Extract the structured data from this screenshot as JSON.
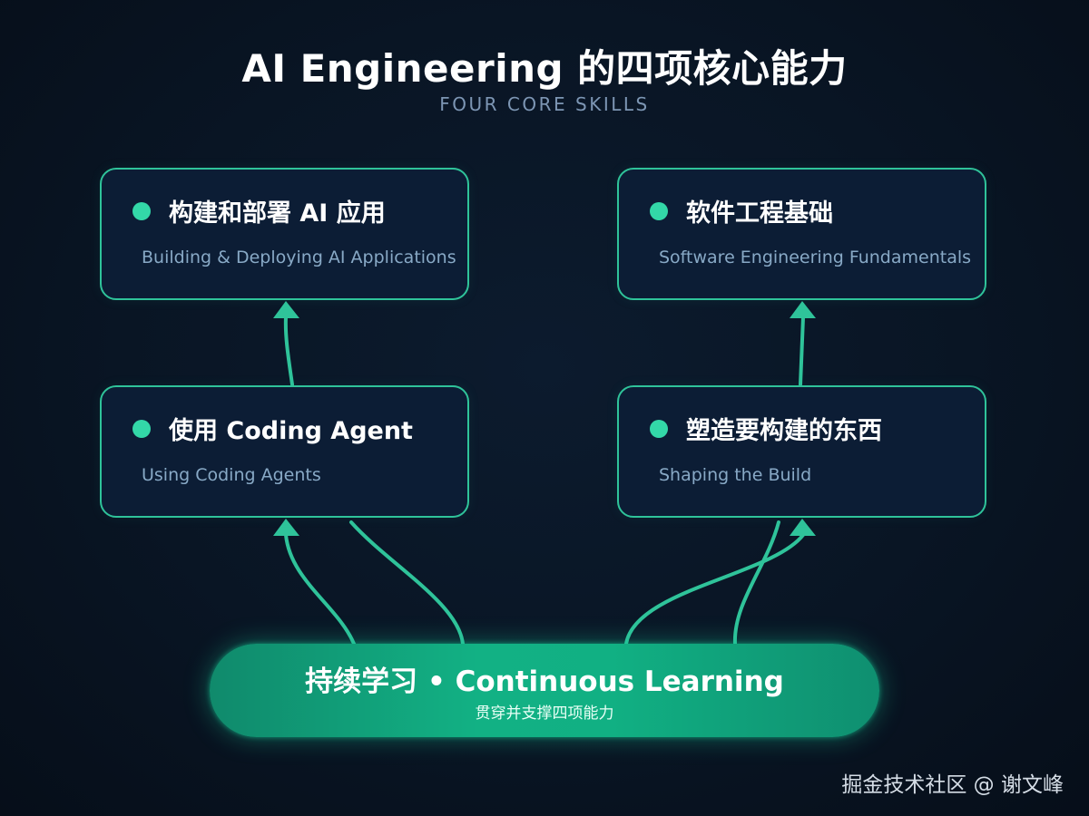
{
  "header": {
    "title": "AI Engineering 的四项核心能力",
    "subtitle": "FOUR CORE SKILLS"
  },
  "skills": {
    "build_deploy": {
      "title": "构建和部署 AI 应用",
      "subtitle": "Building & Deploying AI Applications"
    },
    "software_eng": {
      "title": "软件工程基础",
      "subtitle": "Software Engineering Fundamentals"
    },
    "coding_agent": {
      "title": "使用 Coding Agent",
      "subtitle": "Using Coding Agents"
    },
    "shaping": {
      "title": "塑造要构建的东西",
      "subtitle": "Shaping the Build"
    }
  },
  "foundation": {
    "title": "持续学习 • Continuous Learning",
    "subtitle": "贯穿并支撑四项能力"
  },
  "watermark": "掘金技术社区 @ 谢文峰",
  "colors": {
    "background": "#091524",
    "card_fill": "#0c1d35",
    "accent": "#2fc39a",
    "dot": "#33d8a8",
    "foundation": "#12b184",
    "card_subtitle": "#88a9c6"
  }
}
